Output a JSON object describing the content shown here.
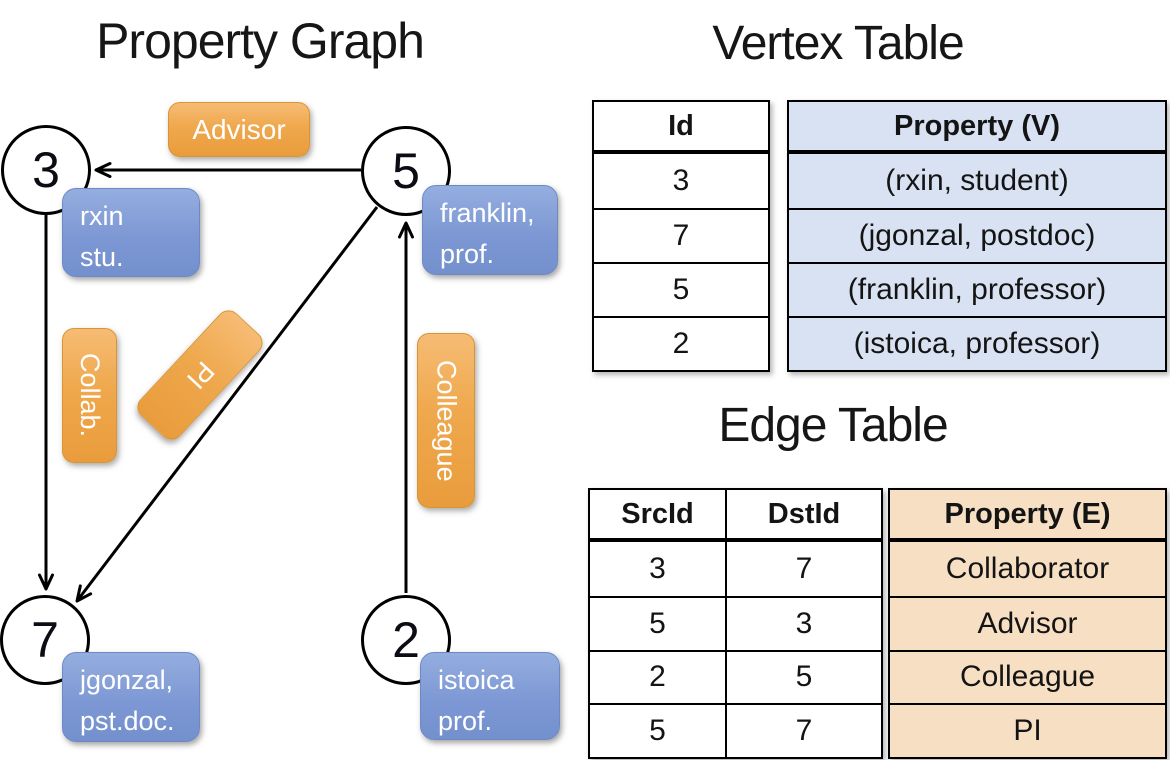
{
  "graph": {
    "title": "Property Graph",
    "nodes": [
      {
        "id": "3",
        "label_lines": [
          "rxin",
          "stu."
        ]
      },
      {
        "id": "5",
        "label_lines": [
          "franklin,",
          "prof."
        ]
      },
      {
        "id": "7",
        "label_lines": [
          "jgonzal,",
          "pst.doc."
        ]
      },
      {
        "id": "2",
        "label_lines": [
          "istoica",
          "prof."
        ]
      }
    ],
    "edges": [
      {
        "src": "5",
        "dst": "3",
        "label": "Advisor"
      },
      {
        "src": "3",
        "dst": "7",
        "label": "Collab."
      },
      {
        "src": "5",
        "dst": "7",
        "label": "PI"
      },
      {
        "src": "2",
        "dst": "5",
        "label": "Colleague"
      }
    ]
  },
  "vertex_table": {
    "title": "Vertex Table",
    "columns": [
      "Id",
      "Property (V)"
    ],
    "rows": [
      [
        "3",
        "(rxin, student)"
      ],
      [
        "7",
        "(jgonzal, postdoc)"
      ],
      [
        "5",
        "(franklin, professor)"
      ],
      [
        "2",
        "(istoica, professor)"
      ]
    ]
  },
  "edge_table": {
    "title": "Edge Table",
    "columns": [
      "SrcId",
      "DstId",
      "Property (E)"
    ],
    "rows": [
      [
        "3",
        "7",
        "Collaborator"
      ],
      [
        "5",
        "3",
        "Advisor"
      ],
      [
        "2",
        "5",
        "Colleague"
      ],
      [
        "5",
        "7",
        "PI"
      ]
    ]
  },
  "colors": {
    "vertex_box_top": "#95aee0",
    "vertex_box_bottom": "#7390cd",
    "edge_box_top": "#f6bc74",
    "edge_box_bottom": "#e99c3c",
    "vertex_table_fill": "#d9e2f3",
    "edge_table_fill": "#f7dfc4",
    "line": "#000000"
  }
}
